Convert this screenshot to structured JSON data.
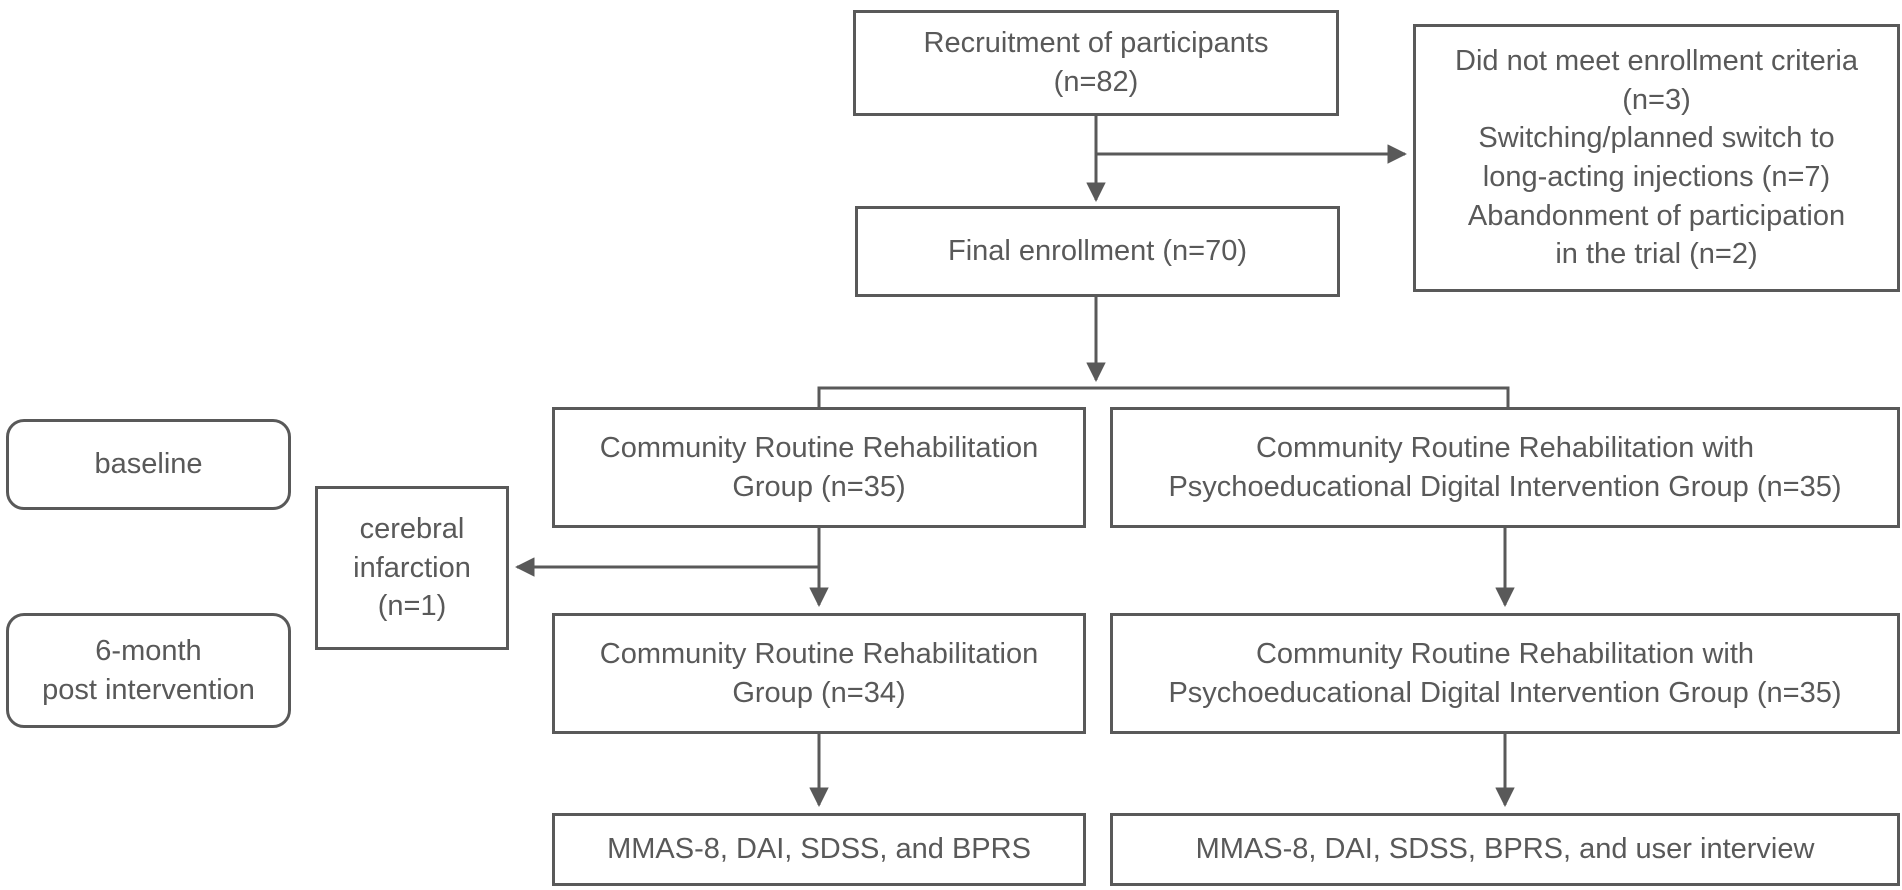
{
  "colors": {
    "line": "#595959",
    "text": "#595959",
    "background": "#ffffff"
  },
  "flowchart": {
    "recruitment": "Recruitment of participants\n(n=82)",
    "exclusion": "Did not meet enrollment criteria\n(n=3)\nSwitching/planned switch to\nlong-acting injections (n=7)\nAbandonment of participation\nin the trial (n=2)",
    "final_enrollment": "Final enrollment (n=70)",
    "control_baseline": "Community Routine Rehabilitation\nGroup (n=35)",
    "intervention_baseline": "Community Routine Rehabilitation with\nPsychoeducational Digital Intervention Group (n=35)",
    "dropout": "cerebral\ninfarction\n(n=1)",
    "control_followup": "Community Routine Rehabilitation\nGroup (n=34)",
    "intervention_followup": "Community Routine Rehabilitation with\nPsychoeducational Digital Intervention Group (n=35)",
    "control_measures": "MMAS-8, DAI, SDSS, and BPRS",
    "intervention_measures": "MMAS-8, DAI, SDSS, BPRS, and user interview",
    "stage_labels": {
      "baseline": "baseline",
      "post_intervention": "6-month\npost intervention"
    }
  }
}
